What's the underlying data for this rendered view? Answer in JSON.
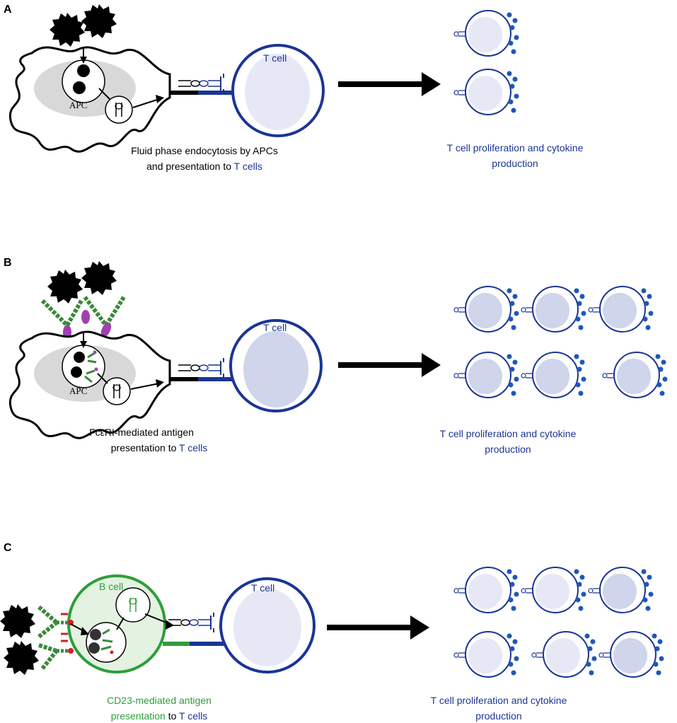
{
  "colors": {
    "black": "#000000",
    "tcell_blue": "#1b3594",
    "tcell_nucleus_light": "#e6e9f5",
    "tcell_nucleus_mid": "#cfd5ea",
    "apc_nucleus_gray": "#d8d8d8",
    "bcell_green": "#2e9e3a",
    "bcell_fill": "#e3f2e1",
    "igE_green": "#3a8a3a",
    "fceri_purple": "#a040b0",
    "cd23_red": "#d42020",
    "cytokine_blue": "#1f57b8"
  },
  "panels": {
    "a": {
      "letter": "A",
      "apc_label": "APC",
      "tcell_label": "T cell",
      "caption_line1": "Fluid phase endocytosis by APCs",
      "caption_line2_pre": "and presentation  to ",
      "caption_line2_blue": "T cells",
      "result_line1": "T cell proliferation and cytokine",
      "result_line2": "production"
    },
    "b": {
      "letter": "B",
      "apc_label": "APC",
      "tcell_label": "T cell",
      "caption_line1": "FcεRI-mediated antigen",
      "caption_line2_pre": "presentation  to ",
      "caption_line2_blue": "T cells",
      "result_line1": "T cell proliferation and cytokine",
      "result_line2": "production"
    },
    "c": {
      "letter": "C",
      "bcell_label": "B cell",
      "tcell_label": "T cell",
      "caption_line1": "CD23-mediated antigen",
      "caption_line2_green": "presentation",
      "caption_line2_mid": " to ",
      "caption_line2_blue": "T cells",
      "result_line1": "T cell proliferation and cytokine",
      "result_line2": "production"
    }
  }
}
